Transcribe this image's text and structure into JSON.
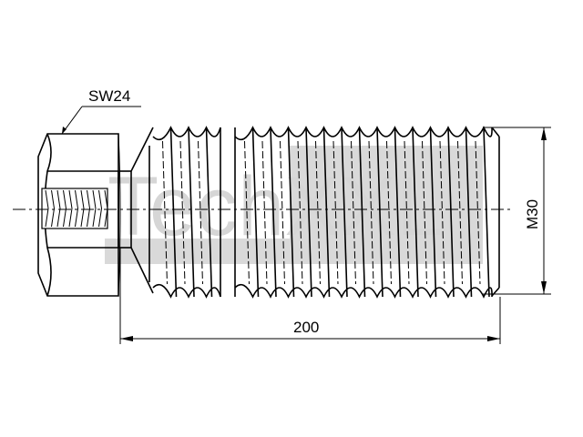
{
  "drawing": {
    "wrench_size_label": "SW24",
    "length_dimension": "200",
    "thread_dimension": "M30"
  },
  "watermark": {
    "text": "TechXXL",
    "color": "#d9d9d9"
  }
}
